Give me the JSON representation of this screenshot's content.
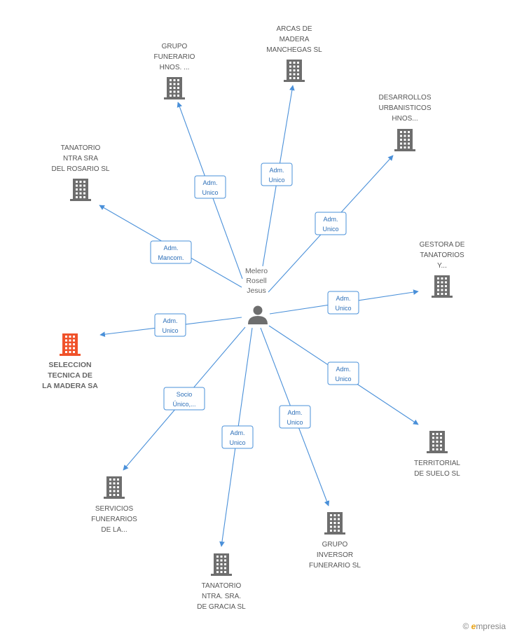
{
  "center": {
    "name": [
      "Melero",
      "Rosell",
      "Jesus"
    ],
    "icon": "person-icon"
  },
  "colors": {
    "edge": "#4a90d9",
    "building": "#6e6e6e",
    "highlight": "#f0522a"
  },
  "nodes": [
    {
      "id": "grupo-funerario",
      "label": [
        "GRUPO",
        "FUNERARIO",
        "HNOS. ..."
      ],
      "relation": [
        "Adm.",
        "Unico"
      ],
      "highlight": false
    },
    {
      "id": "arcas-madera",
      "label": [
        "ARCAS DE",
        "MADERA",
        "MANCHEGAS SL"
      ],
      "relation": [
        "Adm.",
        "Unico"
      ],
      "highlight": false
    },
    {
      "id": "desarrollos",
      "label": [
        "DESARROLLOS",
        "URBANISTICOS",
        "HNOS..."
      ],
      "relation": [
        "Adm.",
        "Unico"
      ],
      "highlight": false
    },
    {
      "id": "tanatorio-rosario",
      "label": [
        "TANATORIO",
        "NTRA SRA",
        "DEL ROSARIO SL"
      ],
      "relation": [
        "Adm.",
        "Mancom."
      ],
      "highlight": false
    },
    {
      "id": "gestora",
      "label": [
        "GESTORA DE",
        "TANATORIOS",
        "Y..."
      ],
      "relation": [
        "Adm.",
        "Unico"
      ],
      "highlight": false
    },
    {
      "id": "seleccion",
      "label": [
        "SELECCION",
        "TECNICA DE",
        "LA MADERA SA"
      ],
      "relation": [
        "Adm.",
        "Unico"
      ],
      "highlight": true
    },
    {
      "id": "territorial",
      "label": [
        "TERRITORIAL",
        "DE SUELO  SL"
      ],
      "relation": [
        "Adm.",
        "Unico"
      ],
      "highlight": false
    },
    {
      "id": "servicios",
      "label": [
        "SERVICIOS",
        "FUNERARIOS",
        "DE LA..."
      ],
      "relation": [
        "Socio",
        "Único,..."
      ],
      "highlight": false
    },
    {
      "id": "tanatorio-gracia",
      "label": [
        "TANATORIO",
        "NTRA.  SRA.",
        "DE GRACIA SL"
      ],
      "relation": [
        "Adm.",
        "Unico"
      ],
      "highlight": false
    },
    {
      "id": "grupo-inversor",
      "label": [
        "GRUPO",
        "INVERSOR",
        "FUNERARIO SL"
      ],
      "relation": [
        "Adm.",
        "Unico"
      ],
      "highlight": false
    }
  ],
  "footer": {
    "copyright": "©",
    "brand_initial": "e",
    "brand_rest": "mpresia"
  }
}
